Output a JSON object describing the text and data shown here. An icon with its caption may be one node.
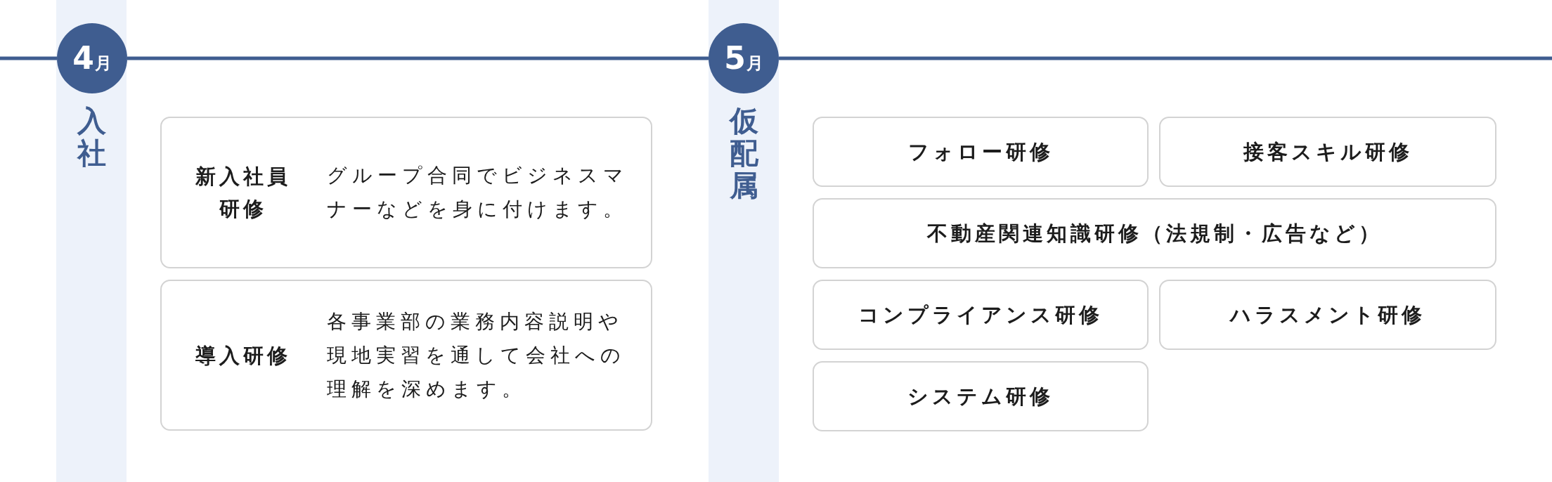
{
  "diagram": {
    "nodes": [
      {
        "text": [
          "4月"
        ],
        "beside": [
          "入社"
        ]
      },
      {
        "text": [
          "新入社員研修",
          "グループ合同でビジネスマナーなどを身に付けます。"
        ]
      },
      {
        "text": [
          "導入研修",
          "各事業部の業務内容説明や現地実習を通して会社への理解を深めます。"
        ]
      },
      {
        "text": [
          "5月"
        ],
        "beside": [
          "仮配属"
        ]
      },
      {
        "text": [
          "フォロー研修"
        ]
      },
      {
        "text": [
          "接客スキル研修"
        ]
      },
      {
        "text": [
          "不動産関連知識研修（法規制・広告など）"
        ]
      },
      {
        "text": [
          "コンプライアンス研修"
        ]
      },
      {
        "text": [
          "ハラスメント研修"
        ]
      },
      {
        "text": [
          "システム研修"
        ]
      }
    ],
    "edges": [
      {
        "from": null,
        "to": 0,
        "arrow": "none"
      },
      {
        "from": 0,
        "to": 3,
        "arrow": "none"
      },
      {
        "from": 3,
        "to": null,
        "arrow": "none"
      }
    ]
  }
}
